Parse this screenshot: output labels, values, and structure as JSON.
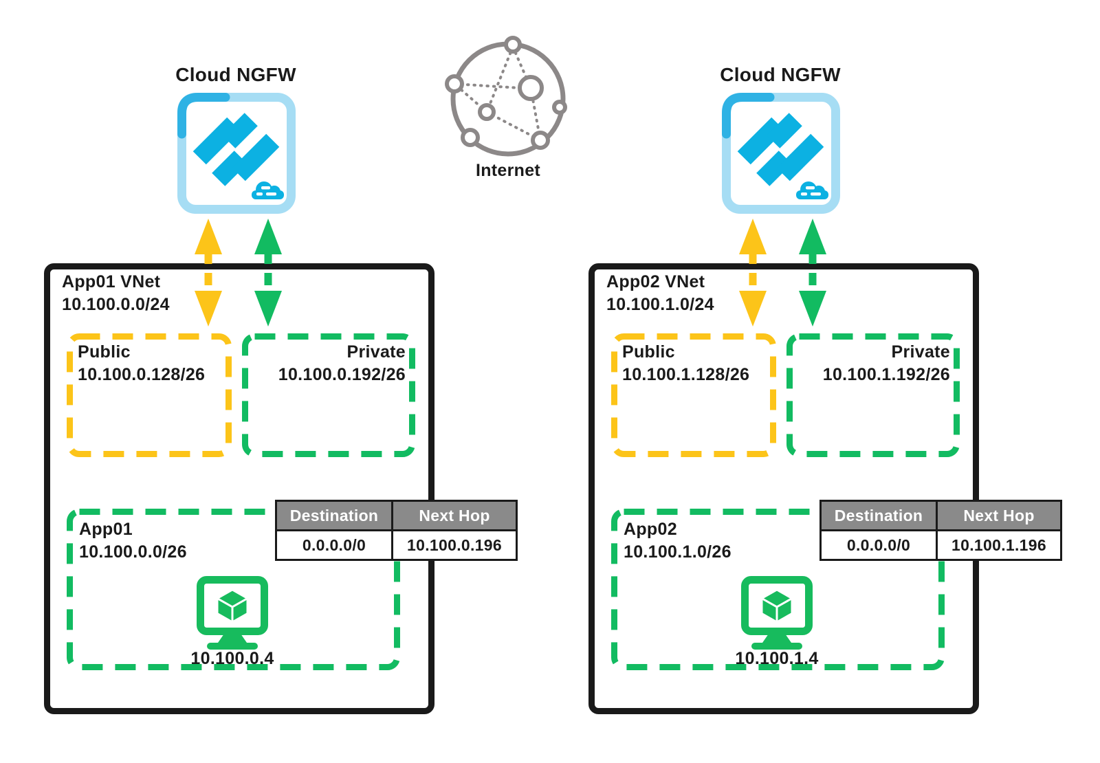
{
  "internet_label": "Internet",
  "sides": [
    {
      "ngfw_label": "Cloud NGFW",
      "vnet_name": "App01 VNet",
      "vnet_cidr": "10.100.0.0/24",
      "public_name": "Public",
      "public_cidr": "10.100.0.128/26",
      "private_name": "Private",
      "private_cidr": "10.100.0.192/26",
      "app_name": "App01",
      "app_cidr": "10.100.0.0/26",
      "vm_ip": "10.100.0.4",
      "route_table": {
        "destination_header": "Destination",
        "next_hop_header": "Next Hop",
        "destination": "0.0.0.0/0",
        "next_hop": "10.100.0.196"
      }
    },
    {
      "ngfw_label": "Cloud NGFW",
      "vnet_name": "App02 VNet",
      "vnet_cidr": "10.100.1.0/24",
      "public_name": "Public",
      "public_cidr": "10.100.1.128/26",
      "private_name": "Private",
      "private_cidr": "10.100.1.192/26",
      "app_name": "App02",
      "app_cidr": "10.100.1.0/26",
      "vm_ip": "10.100.1.4",
      "route_table": {
        "destination_header": "Destination",
        "next_hop_header": "Next Hop",
        "destination": "0.0.0.0/0",
        "next_hop": "10.100.1.196"
      }
    }
  ],
  "icons": {
    "ngfw": "cloud-ngfw-firewall-icon",
    "internet": "internet-globe-icon",
    "vm": "virtual-machine-icon"
  },
  "colors": {
    "public_yellow": "#FCC419",
    "private_green": "#12BB61",
    "logo_cyan": "#0CB1E2",
    "icon_light_blue": "#A6DDF4",
    "table_header_gray": "#8A8A8A",
    "globe_gray": "#8C8888",
    "outline_black": "#1A1A1A"
  }
}
